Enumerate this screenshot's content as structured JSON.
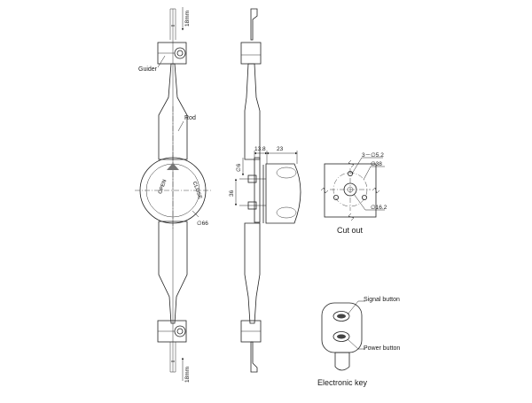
{
  "front_view": {
    "guider_label": "Guider",
    "rod_label": "Rod",
    "dim_top_travel": "18mm",
    "dim_bottom_travel": "18mm",
    "dim_knob_dia": "∅66",
    "knob_open": "OPEN",
    "knob_close": "CLOSE"
  },
  "side_view": {
    "dim_13_8": "13.8",
    "dim_23": "23",
    "dim_6": "∅6",
    "dim_36": "36"
  },
  "cutout": {
    "caption": "Cut out",
    "dim_holes": "3－∅5.2",
    "dim_38": "∅38",
    "dim_16_2": "∅16.2"
  },
  "key": {
    "caption": "Electronic key",
    "signal_label": "Signal button",
    "power_label": "Power button"
  }
}
